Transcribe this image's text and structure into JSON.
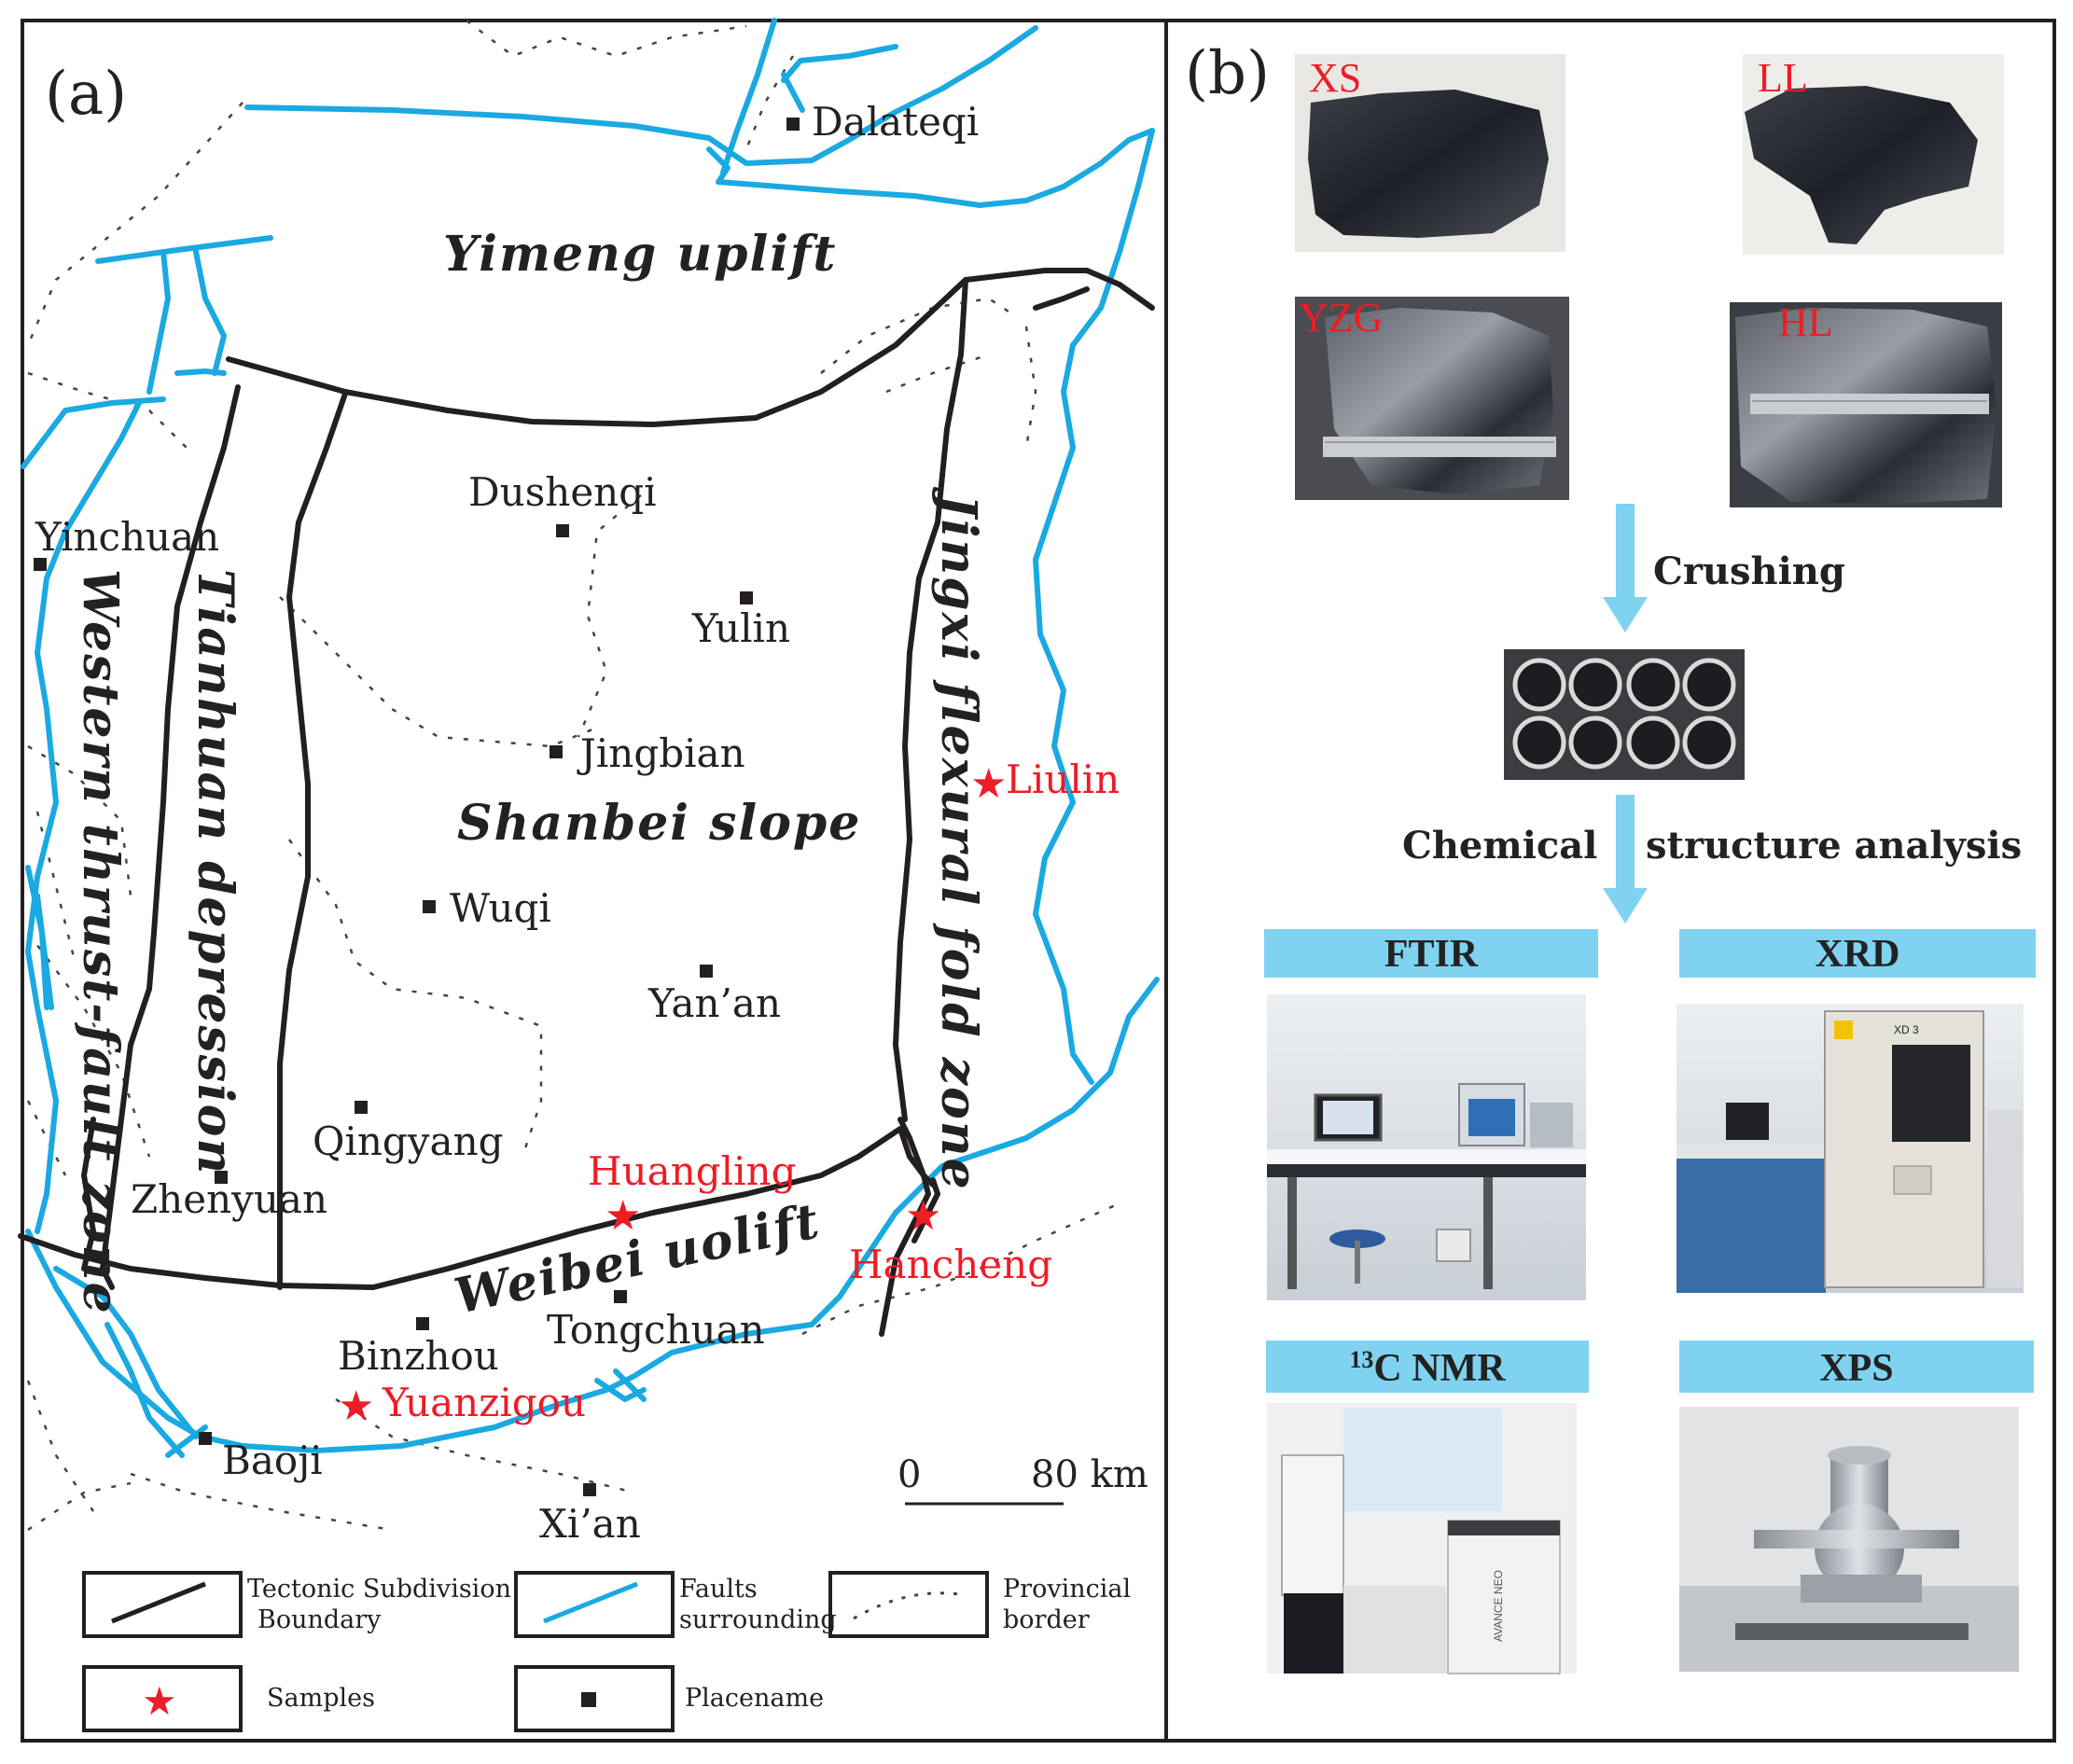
{
  "panel_a": {
    "label": "(a)",
    "regions": {
      "yimeng": "Yimeng uplift",
      "shanbei": "Shanbei slope",
      "weibei": "Weibei uolift",
      "tianhuan": "Tianhuan depression",
      "western": "Western thrust-fault zone",
      "jingxi": "Jingxi flexural fold zone"
    },
    "places": {
      "dalateqi": "Dalateqi",
      "dushenqi": "Dushenqi",
      "yinchuan": "Yinchuan",
      "yulin": "Yulin",
      "jingbian": "Jingbian",
      "wuqi": "Wuqi",
      "yanan": "Yan’an",
      "qingyang": "Qingyang",
      "zhenyuan": "Zhenyuan",
      "binzhou": "Binzhou",
      "tongchuan": "Tongchuan",
      "baoji": "Baoji",
      "xian": "Xi’an"
    },
    "samples": {
      "liulin": "Liulin",
      "huangling": "Huangling",
      "hancheng": "Hancheng",
      "yuanzigou": "Yuanzigou"
    },
    "scale": {
      "zero": "0",
      "max": "80 km"
    },
    "legend": {
      "tectonic": [
        "Tectonic Subdivision",
        "Boundary"
      ],
      "faults": [
        "Faults",
        "surrounding"
      ],
      "provincial": [
        "Provincial",
        "border"
      ],
      "samples": "Samples",
      "placename": "Placename"
    },
    "colors": {
      "fault": "#1aa9e1",
      "boundary": "#231f20",
      "sample": "#ee1c25"
    }
  },
  "panel_b": {
    "label": "(b)",
    "coal_samples": [
      "XS",
      "LL",
      "YZG",
      "HL"
    ],
    "steps": {
      "crushing": "Crushing",
      "chemical": "Chemical",
      "structure": "structure analysis"
    },
    "techniques": {
      "ftir": "FTIR",
      "xrd": "XRD",
      "nmr_sup": "13",
      "nmr": "C NMR",
      "xps": "XPS"
    },
    "instrument_text": {
      "xrd_brand": "XD 3",
      "nmr_brand": "AVANCE NEO"
    },
    "colors": {
      "arrow": "#7fd3f0",
      "banner": "#7fd3f0"
    }
  }
}
